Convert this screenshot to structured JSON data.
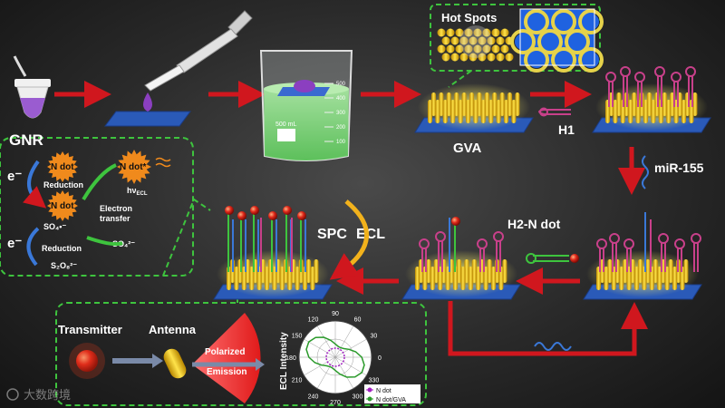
{
  "labels": {
    "gnr": "GNR",
    "gva": "GVA",
    "h1": "H1",
    "mir": "miR-155",
    "h2": "H2-N dot",
    "spc": "SPC",
    "ecl": "ECL",
    "hot_spots": "Hot  Spots",
    "beaker_vol": "500 mL",
    "beaker_marks": [
      "500",
      "400",
      "300",
      "200",
      "100"
    ]
  },
  "mechanism": {
    "e1": "e⁻",
    "e2": "e⁻",
    "ndot1": "N dot",
    "ndot_star": "N dot*",
    "ndot2": "N dot",
    "reduction1": "Reduction",
    "reduction2": "Reduction",
    "hv": "hν",
    "hv_sub": "ECL",
    "electron_transfer_1": "Electron",
    "electron_transfer_2": "transfer",
    "so4_rad": "SO₄•⁻",
    "so4": "SO₄²⁻",
    "s2o8": "S₂O₈²⁻"
  },
  "antenna": {
    "transmitter": "Transmitter",
    "antenna": "Antenna",
    "polarized": "Polarized",
    "emission": "Emission"
  },
  "polar_chart": {
    "ylabel": "ECL Intensity",
    "angles": [
      "90",
      "60",
      "30",
      "0",
      "330",
      "300",
      "270",
      "240",
      "210",
      "180",
      "150",
      "120"
    ],
    "legend": [
      "N dot",
      "N dot/GVA"
    ]
  },
  "watermark": "大数跨境",
  "colors": {
    "arrow_red": "#d0171e",
    "dashed_green": "#3ec43e",
    "gold": "#f2c40f",
    "substrate": "#2a5ab8",
    "hairpin": "#c8408a",
    "blue_strand": "#3a78d8",
    "ndot_orange": "#f08a1c"
  }
}
